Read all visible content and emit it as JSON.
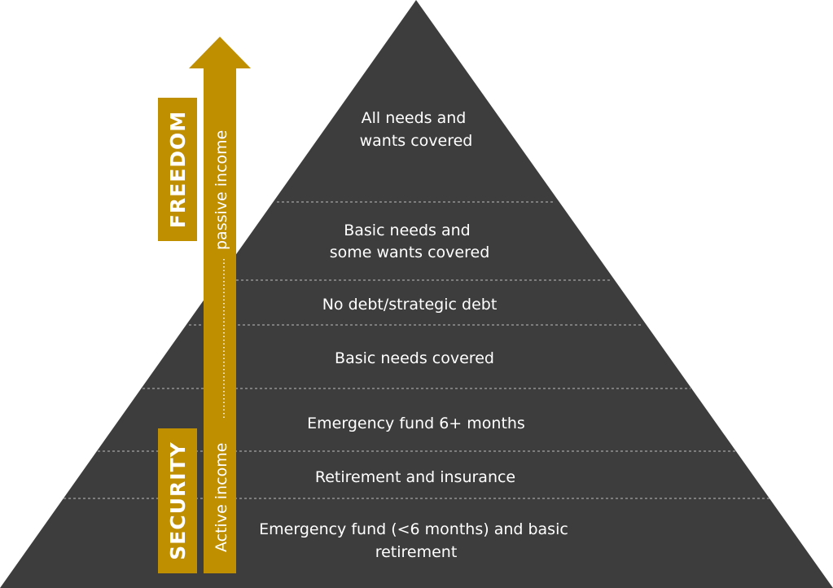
{
  "colors": {
    "pyramid": "#3d3d3d",
    "gold": "#bf8f00",
    "text": "#ffffff",
    "divider": "#bdbdbd"
  },
  "tiers": [
    {
      "lines": [
        "All needs and",
        "wants covered"
      ]
    },
    {
      "lines": [
        "Basic needs and",
        "some wants covered"
      ]
    },
    {
      "lines": [
        "No debt/strategic debt"
      ]
    },
    {
      "lines": [
        "Basic needs covered"
      ]
    },
    {
      "lines": [
        "Emergency fund 6+ months"
      ]
    },
    {
      "lines": [
        "Retirement and insurance"
      ]
    },
    {
      "lines": [
        "Emergency fund (<6 months) and basic",
        "retirement"
      ]
    }
  ],
  "labels": {
    "freedom": "FREEDOM",
    "security": "SECURITY"
  },
  "arrow": {
    "active_income": "Active income",
    "passive_income": "passive income"
  }
}
